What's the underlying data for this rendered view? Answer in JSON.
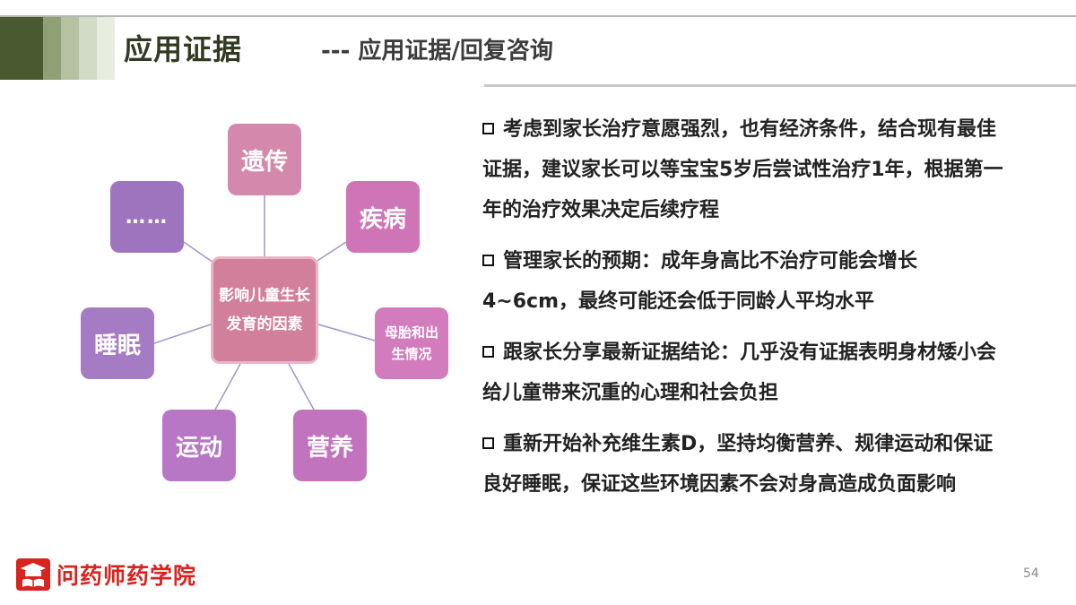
{
  "header": {
    "title": "应用证据",
    "subtitle": "--- 应用证据/回复咨询"
  },
  "diagram": {
    "center": "影响儿童生长发育的因素",
    "nodes": {
      "yichuan": "遗传",
      "jibing": "疾病",
      "dots": "……",
      "shuimian": "睡眠",
      "muti": "母胎和出生情况",
      "yundong": "运动",
      "yingyang": "营养"
    },
    "colors": {
      "center": "#d27f9c",
      "line": "#9f8fc8"
    }
  },
  "bullets": [
    "考虑到家长治疗意愿强烈，也有经济条件，结合现有最佳证据，建议家长可以等宝宝5岁后尝试性治疗1年，根据第一年的治疗效果决定后续疗程",
    "管理家长的预期：成年身高比不治疗可能会增长4~6cm，最终可能还会低于同龄人平均水平",
    "跟家长分享最新证据结论：几乎没有证据表明身材矮小会给儿童带来沉重的心理和社会负担",
    "重新开始补充维生素D，坚持均衡营养、规律运动和保证良好睡眠，保证这些环境因素不会对身高造成负面影响"
  ],
  "footer": {
    "logo_text": "问药师药学院",
    "logo_icon": "graduation-cap-icon",
    "page_number": "54",
    "brand_color": "#d8231f"
  }
}
